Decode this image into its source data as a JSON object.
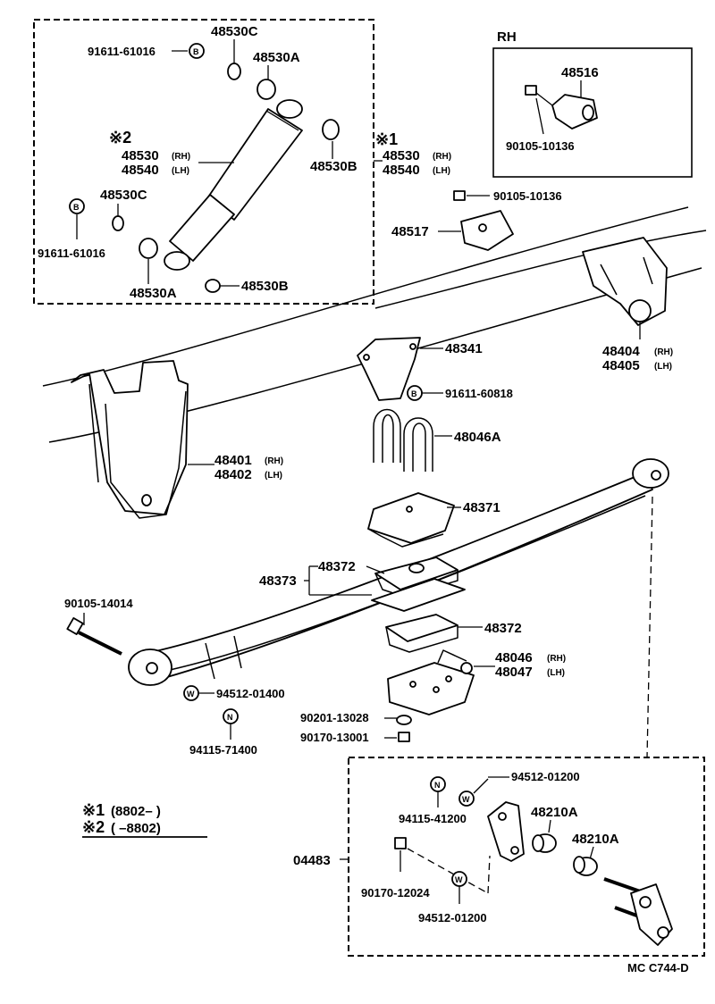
{
  "labels": {
    "p48530C_top": "48530C",
    "p91611_61016_top": "91611-61016",
    "p48530A_top": "48530A",
    "ref2": "※2",
    "p48530_rh_l": "48530",
    "rh_l": "(RH)",
    "p48540_lh_l": "48540",
    "lh_l": "(LH)",
    "p48530B_mid": "48530B",
    "p48530C_low": "48530C",
    "p91611_61016_low": "91611-61016",
    "p48530A_low": "48530A",
    "p48530B_low": "48530B",
    "ref1": "※1",
    "p48530_rh_r": "48530",
    "rh_r": "(RH)",
    "p48540_lh_r": "48540",
    "lh_r": "(LH)",
    "rh_title": "RH",
    "p48516": "48516",
    "p90105_10136_box": "90105-10136",
    "p90105_10136": "90105-10136",
    "p48517": "48517",
    "p48404": "48404",
    "rh_48404": "(RH)",
    "p48405": "48405",
    "lh_48405": "(LH)",
    "p48341": "48341",
    "p91611_60818": "91611-60818",
    "p48046A": "48046A",
    "p48401": "48401",
    "rh_48401": "(RH)",
    "p48402": "48402",
    "lh_48402": "(LH)",
    "p48371": "48371",
    "p48373": "48373",
    "p48372_top": "48372",
    "p48372_low": "48372",
    "p90105_14014": "90105-14014",
    "p48046": "48046",
    "rh_48046": "(RH)",
    "p48047": "48047",
    "lh_48047": "(LH)",
    "p94512_01400": "94512-01400",
    "p90201_13028": "90201-13028",
    "p90170_13001": "90170-13001",
    "p94115_71400": "94115-71400",
    "note1_mark": "※1",
    "note1_text": "(8802–      )",
    "note2_mark": "※2",
    "note2_text": "(      –8802)",
    "p94512_01200_top": "94512-01200",
    "p94115_41200": "94115-41200",
    "p48210A_a": "48210A",
    "p48210A_b": "48210A",
    "p04483": "04483",
    "p90170_12024": "90170-12024",
    "p94512_01200_low": "94512-01200",
    "footer": "MC  C744-D"
  },
  "symbols": {
    "bolt_mark": "B",
    "washer_mark": "W",
    "nut_mark": "N"
  }
}
